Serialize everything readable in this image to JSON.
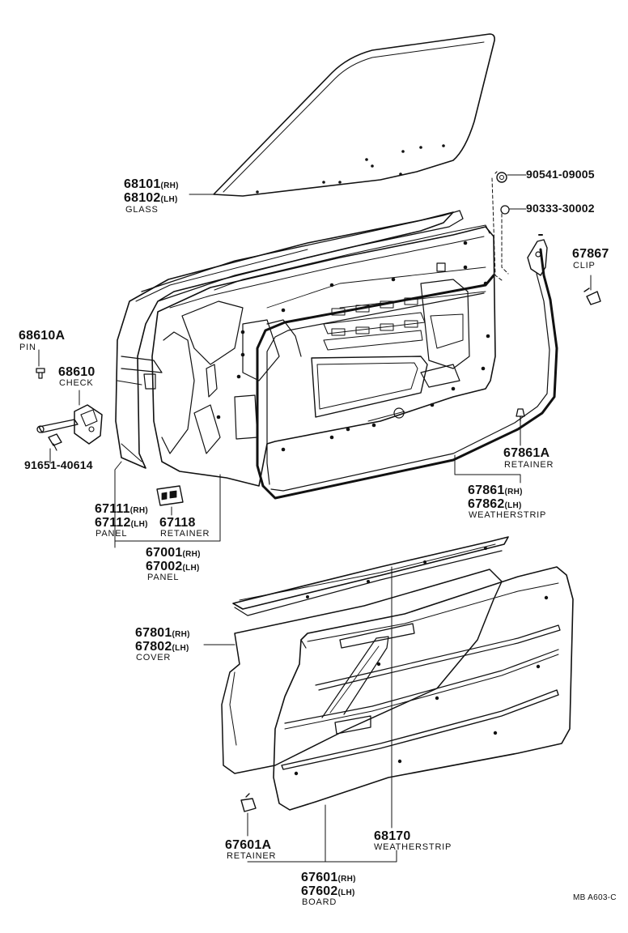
{
  "parts": {
    "glass": {
      "num_rh": "68101",
      "side_rh": "(RH)",
      "num_lh": "68102",
      "side_lh": "(LH)",
      "name": "GLASS"
    },
    "bolt_90541": {
      "num": "90541-09005"
    },
    "washer_90333": {
      "num": "90333-30002"
    },
    "clip": {
      "num": "67867",
      "name": "CLIP"
    },
    "pin": {
      "num": "68610A",
      "name": "PIN"
    },
    "check": {
      "num": "68610",
      "name": "CHECK"
    },
    "bolt_91651": {
      "num": "91651-40614"
    },
    "retainer_67861a": {
      "num": "67861A",
      "name": "RETAINER"
    },
    "weatherstrip_door": {
      "num_rh": "67861",
      "side_rh": "(RH)",
      "num_lh": "67862",
      "side_lh": "(LH)",
      "name": "WEATHERSTRIP"
    },
    "outer_panel": {
      "num_rh": "67111",
      "side_rh": "(RH)",
      "num_lh": "67112",
      "side_lh": "(LH)",
      "name": "PANEL"
    },
    "retainer_67118": {
      "num": "67118",
      "name": "RETAINER"
    },
    "door_panel": {
      "num_rh": "67001",
      "side_rh": "(RH)",
      "num_lh": "67002",
      "side_lh": "(LH)",
      "name": "PANEL"
    },
    "cover": {
      "num_rh": "67801",
      "side_rh": "(RH)",
      "num_lh": "67802",
      "side_lh": "(LH)",
      "name": "COVER"
    },
    "retainer_67601a": {
      "num": "67601A",
      "name": "RETAINER"
    },
    "weatherstrip_belt": {
      "num": "68170",
      "name": "WEATHERSTRIP"
    },
    "board": {
      "num_rh": "67601",
      "side_rh": "(RH)",
      "num_lh": "67602",
      "side_lh": "(LH)",
      "name": "BOARD"
    }
  },
  "footer": {
    "ref": "MB  A603-C"
  },
  "colors": {
    "ink": "#111111",
    "paper": "#ffffff"
  }
}
